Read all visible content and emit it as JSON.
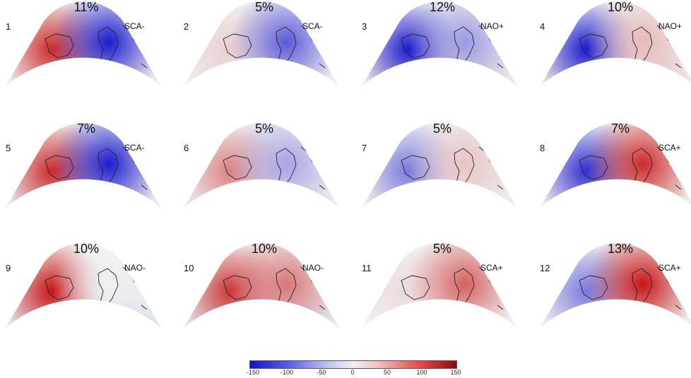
{
  "panels": [
    {
      "number": "1",
      "percent": "11%",
      "label": "SCA-",
      "n": 0.9,
      "e": -1.0,
      "s": 0.15
    },
    {
      "number": "2",
      "percent": "5%",
      "label": "SCA-",
      "n": 0.15,
      "e": -0.7,
      "s": 0.1
    },
    {
      "number": "3",
      "percent": "12%",
      "label": "NAO+",
      "n": -1.0,
      "e": -0.4,
      "s": 0.25
    },
    {
      "number": "4",
      "percent": "10%",
      "label": "NAO+",
      "n": -1.0,
      "e": 0.25,
      "s": 0.25
    },
    {
      "number": "5",
      "percent": "7%",
      "label": "SCA-",
      "n": 0.9,
      "e": -1.0,
      "s": -0.2
    },
    {
      "number": "6",
      "percent": "5%",
      "label": "",
      "n": 0.5,
      "e": -0.35,
      "s": -0.1
    },
    {
      "number": "7",
      "percent": "5%",
      "label": "",
      "n": -0.55,
      "e": 0.2,
      "s": 0.1
    },
    {
      "number": "8",
      "percent": "7%",
      "label": "SCA+",
      "n": -0.9,
      "e": 0.9,
      "s": 0.15
    },
    {
      "number": "9",
      "percent": "10%",
      "label": "NAO-",
      "n": 1.0,
      "e": 0.0,
      "s": -0.3
    },
    {
      "number": "10",
      "percent": "10%",
      "label": "NAO-",
      "n": 0.85,
      "e": 0.55,
      "s": -0.3
    },
    {
      "number": "11",
      "percent": "5%",
      "label": "SCA+",
      "n": 0.1,
      "e": 0.65,
      "s": 0.0
    },
    {
      "number": "12",
      "percent": "13%",
      "label": "SCA+",
      "n": -0.55,
      "e": 1.0,
      "s": 0.1
    }
  ],
  "colorbar": {
    "ticks": [
      "-150",
      "-100",
      "-50",
      "0",
      "50",
      "100",
      "150"
    ],
    "min": -150,
    "max": 150
  },
  "colors": {
    "negative": "#1a1ad0",
    "neutral": "#f0f0f0",
    "positive": "#c81414"
  }
}
